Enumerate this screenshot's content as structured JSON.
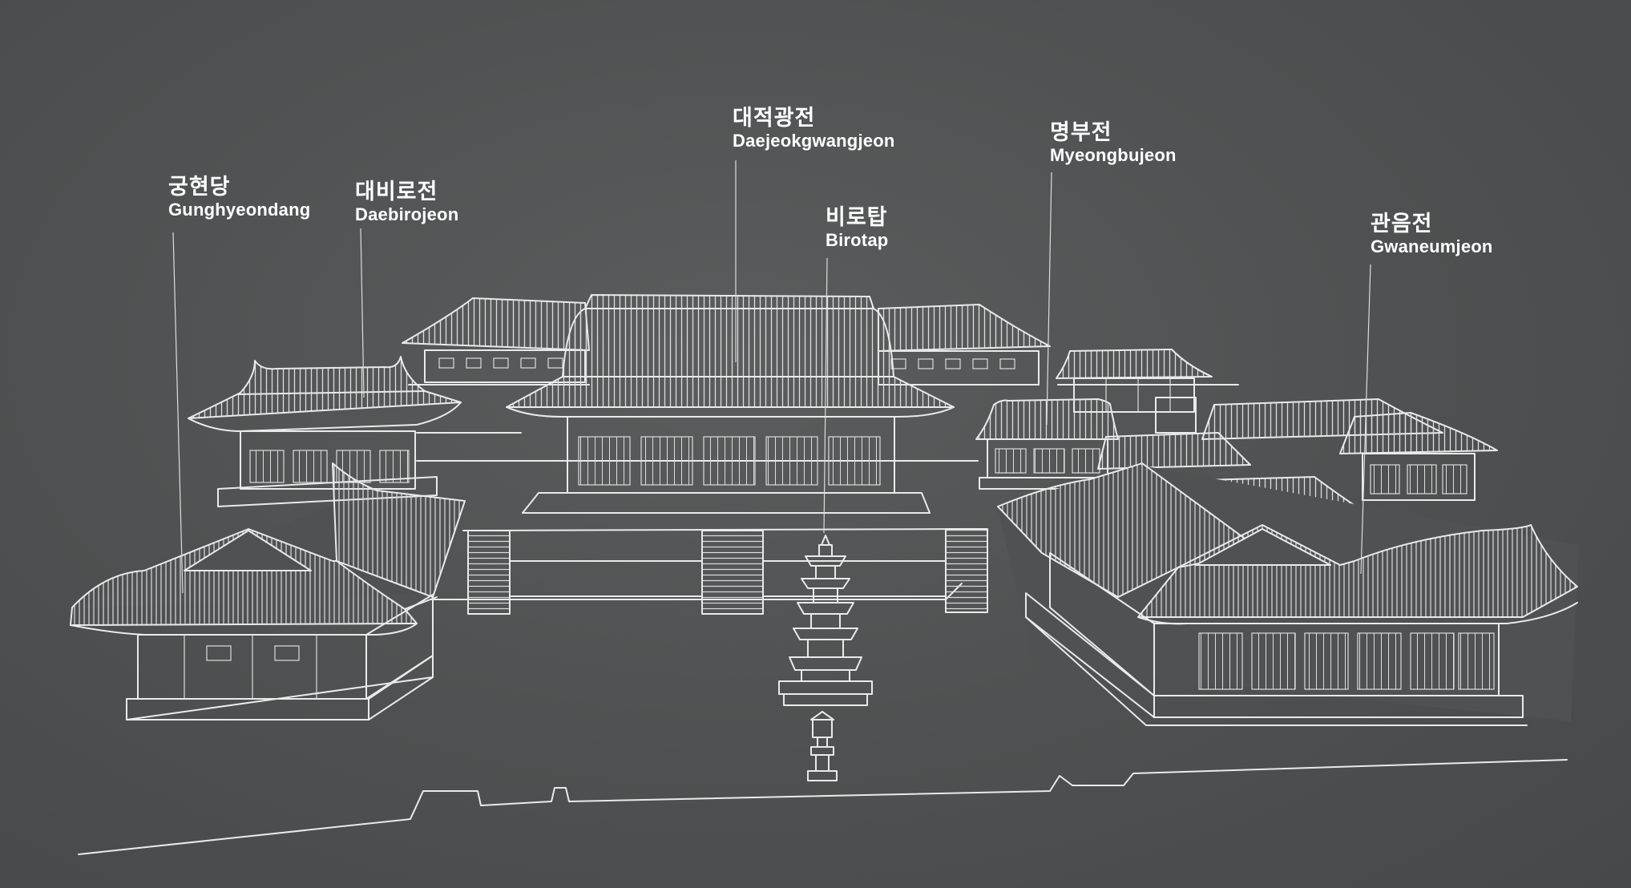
{
  "buildings": [
    {
      "id": "gunghyeondang",
      "ko": "궁현당",
      "en": "Gunghyeondang"
    },
    {
      "id": "daebirojeon",
      "ko": "대비로전",
      "en": "Daebirojeon"
    },
    {
      "id": "daejeokgwangjeon",
      "ko": "대적광전",
      "en": "Daejeokgwangjeon"
    },
    {
      "id": "birotap",
      "ko": "비로탑",
      "en": "Birotap"
    },
    {
      "id": "myeongbujeon",
      "ko": "명부전",
      "en": "Myeongbujeon"
    },
    {
      "id": "gwaneumjeon",
      "ko": "관음전",
      "en": "Gwaneumjeon"
    }
  ],
  "colors": {
    "board": "#4f5152",
    "line": "#e9eaea",
    "text": "#ffffff"
  }
}
